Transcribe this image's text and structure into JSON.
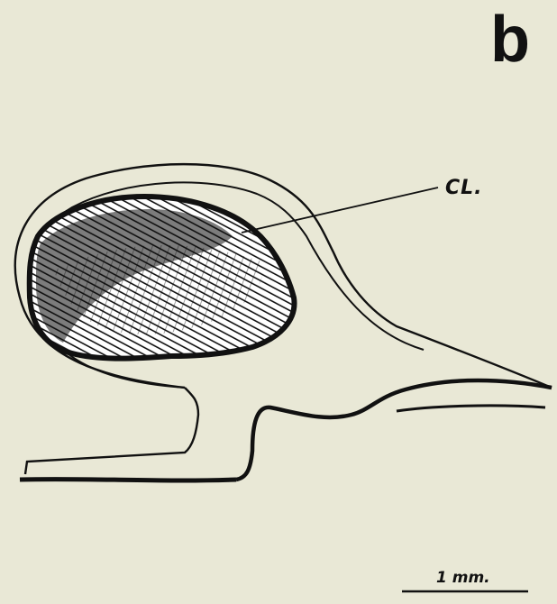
{
  "figure": {
    "panel_label": "b",
    "callout_label": "CL.",
    "scale_bar_label": "1 mm."
  },
  "colors": {
    "background": "#e9e8d6",
    "ink": "#111111"
  }
}
